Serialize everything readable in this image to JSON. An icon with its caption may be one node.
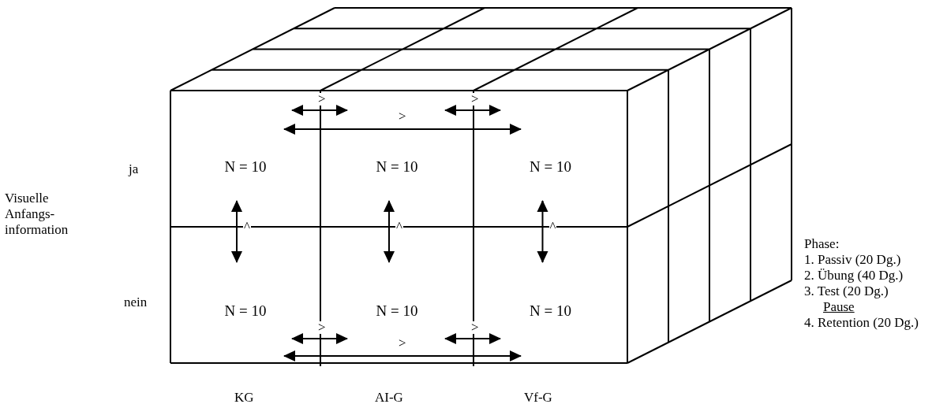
{
  "diagram": {
    "nodes": [
      {
        "text": [
          "N = 10"
        ]
      },
      {
        "text": [
          "N = 10"
        ]
      },
      {
        "text": [
          "N = 10"
        ]
      },
      {
        "text": [
          "N = 10"
        ]
      },
      {
        "text": [
          "N = 10"
        ]
      },
      {
        "text": [
          "N = 10"
        ]
      }
    ],
    "edges": [
      {
        "from": 0,
        "to": 1,
        "arrow": "both",
        "label": ">"
      },
      {
        "from": 1,
        "to": 2,
        "arrow": "both",
        "label": ">"
      },
      {
        "from": 0,
        "to": 2,
        "arrow": "both",
        "label": ">"
      },
      {
        "from": 0,
        "to": 3,
        "arrow": "both",
        "label": "^"
      },
      {
        "from": 1,
        "to": 4,
        "arrow": "both",
        "label": "^"
      },
      {
        "from": 2,
        "to": 5,
        "arrow": "both",
        "label": "^"
      },
      {
        "from": 3,
        "to": 4,
        "arrow": "both",
        "label": ">"
      },
      {
        "from": 4,
        "to": 5,
        "arrow": "both",
        "label": ">"
      },
      {
        "from": 3,
        "to": 5,
        "arrow": "both",
        "label": ">"
      }
    ],
    "labels": [
      "ja",
      "Visuelle Anfangs-information",
      "nein",
      "KG",
      "AI-G",
      "Vf-G",
      "Phase:",
      "1. Passiv (20 Dg.)",
      "2. Übung (40 Dg.)",
      "3. Test (20 Dg.)",
      "Pause",
      "4. Retention (20 Dg.)"
    ]
  }
}
